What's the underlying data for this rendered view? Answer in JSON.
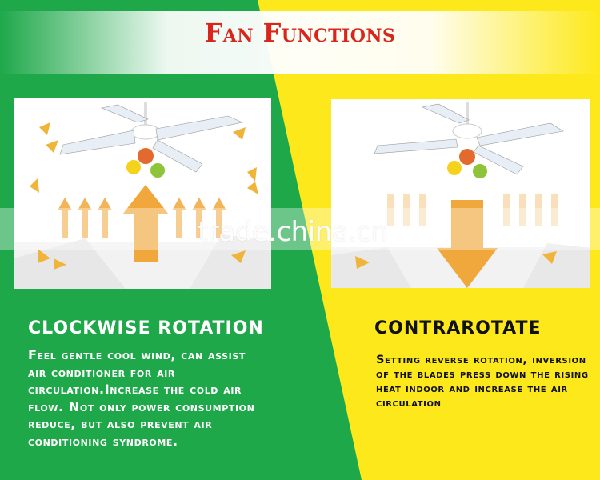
{
  "title": "Fan Functions",
  "watermark": "trade.china.cn",
  "colors": {
    "green": "#1fa84a",
    "yellow": "#fde91b",
    "title_red": "#d8261c",
    "arrow_orange": "#f0a83c"
  },
  "left": {
    "heading": "CLOCKWISE ROTATION",
    "body": "Feel gentle cool wind, can assist air conditioner for air circulation.Increase the cold air flow. Not only power consumption reduce, but also prevent air conditioning syndrome.",
    "arrow_direction": "up"
  },
  "right": {
    "heading": "CONTRAROTATE",
    "body": "Setting reverse rotation, inversion of the blades press down the rising heat indoor and increase the air circulation",
    "arrow_direction": "down"
  }
}
